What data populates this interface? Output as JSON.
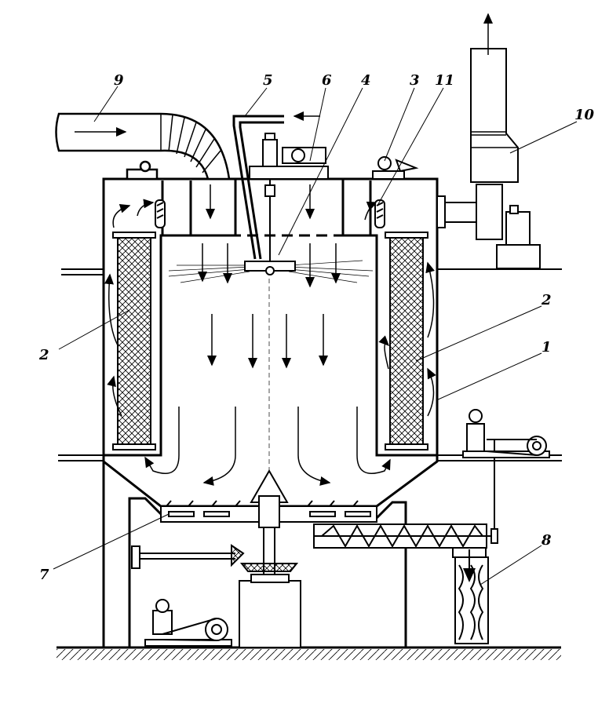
{
  "callouts": [
    {
      "id": "9",
      "text": "9"
    },
    {
      "id": "5",
      "text": "5"
    },
    {
      "id": "6",
      "text": "6"
    },
    {
      "id": "4",
      "text": "4"
    },
    {
      "id": "3",
      "text": "3"
    },
    {
      "id": "11",
      "text": "11"
    },
    {
      "id": "10",
      "text": "10"
    },
    {
      "id": "2a",
      "text": "2"
    },
    {
      "id": "2b",
      "text": "2"
    },
    {
      "id": "1",
      "text": "1"
    },
    {
      "id": "7",
      "text": "7"
    },
    {
      "id": "8",
      "text": "8"
    }
  ],
  "colors": {
    "line": "#000000",
    "background": "#ffffff"
  }
}
